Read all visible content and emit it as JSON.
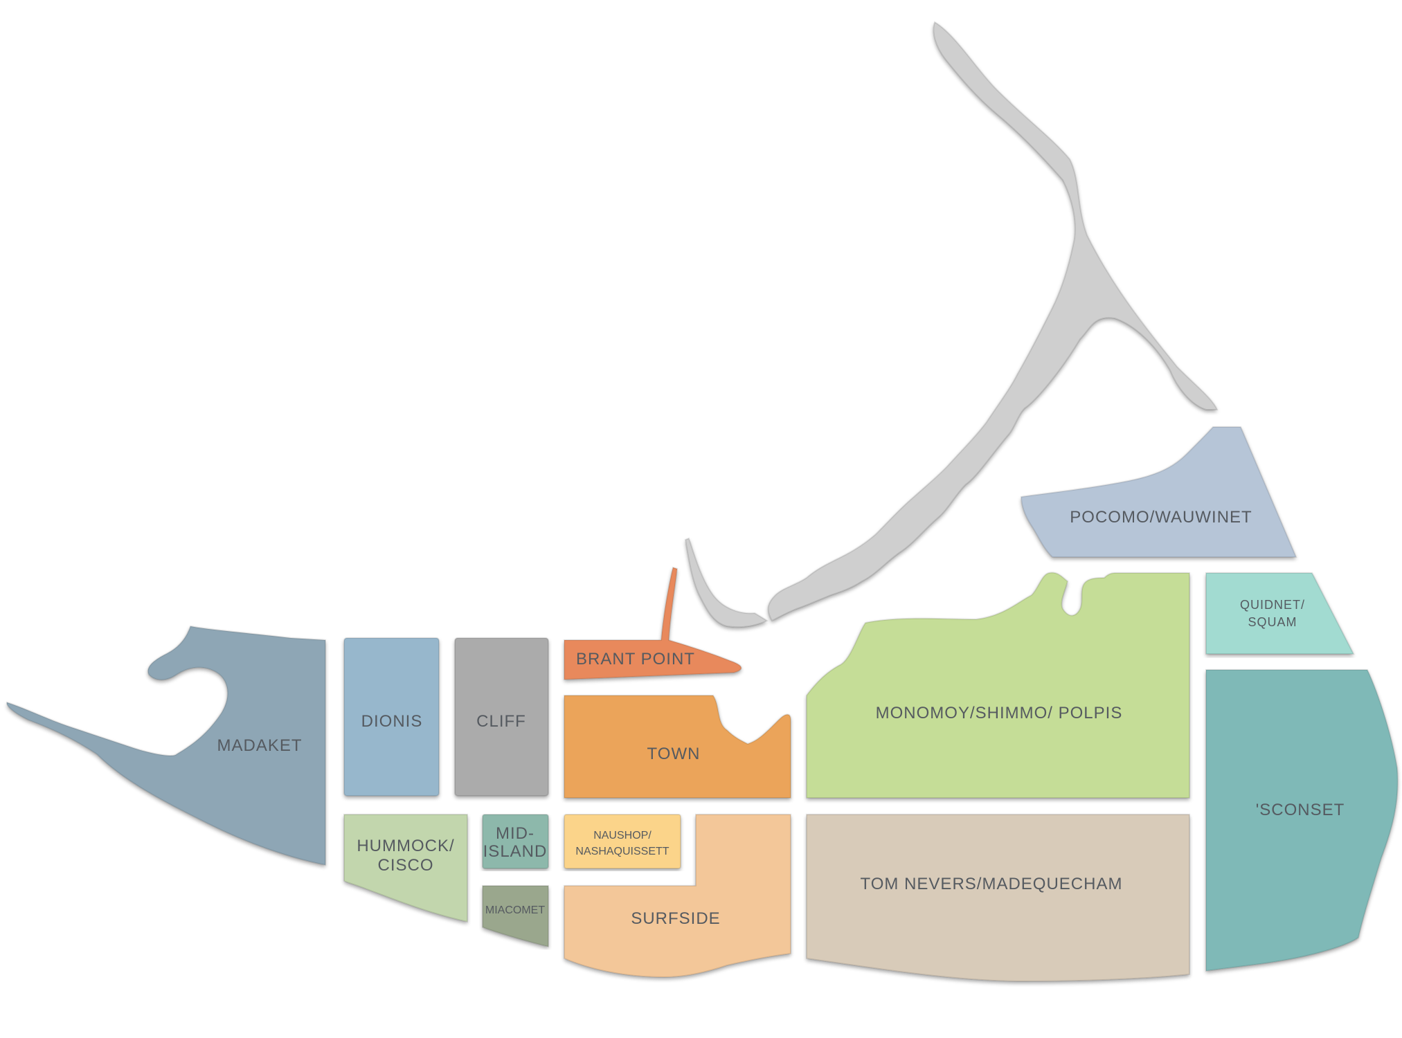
{
  "regions": {
    "great_point": {
      "color": "#cfcfcf"
    },
    "madaket": {
      "label": "MADAKET",
      "color": "#8ea6b5"
    },
    "dionis": {
      "label": "DIONIS",
      "color": "#97b7cc"
    },
    "cliff": {
      "label": "CLIFF",
      "color": "#ababab"
    },
    "brant_point": {
      "label": "BRANT POINT",
      "color": "#e8895c"
    },
    "town": {
      "label": "TOWN",
      "color": "#eba45a"
    },
    "hummock_cisco": {
      "label_1": "HUMMOCK/",
      "label_2": "CISCO",
      "color": "#c2d6ad"
    },
    "mid_island": {
      "label_1": "MID-",
      "label_2": "ISLAND",
      "color": "#8db8ab"
    },
    "miacomet": {
      "label": "MIACOMET",
      "color": "#9aa78d"
    },
    "naushop": {
      "label_1": "NAUSHOP/",
      "label_2": "NASHAQUISSETT",
      "color": "#fbd48a"
    },
    "surfside": {
      "label": "SURFSIDE",
      "color": "#f3c799"
    },
    "monomoy": {
      "label": "MONOMOY/SHIMMO/ POLPIS",
      "color": "#c5dd97"
    },
    "tom_nevers": {
      "label": "TOM NEVERS/MADEQUECHAM",
      "color": "#d8cbb9"
    },
    "pocomo": {
      "label": "POCOMO/WAUWINET",
      "color": "#b6c5d7"
    },
    "quidnet": {
      "label_1": "QUIDNET/",
      "label_2": "SQUAM",
      "color": "#a2dbd1"
    },
    "sconset": {
      "label": "'SCONSET",
      "color": "#7fb9b7"
    }
  }
}
